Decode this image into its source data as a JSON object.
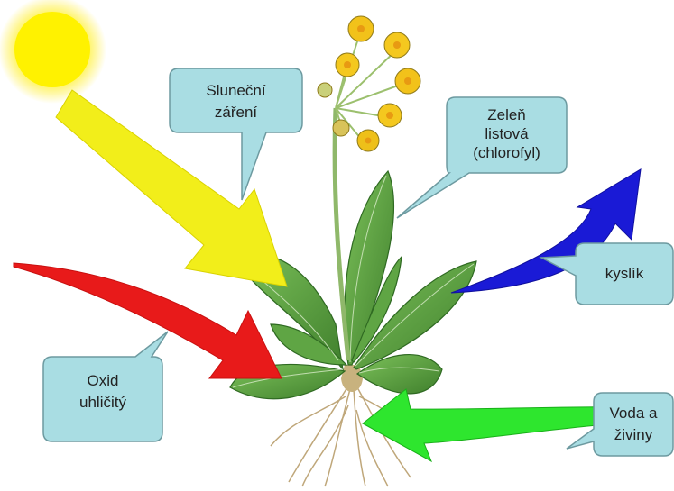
{
  "labels": {
    "sunlight": [
      "Sluneční",
      "záření"
    ],
    "chlorophyll": [
      "Zeleň",
      "listová",
      "(chlorofyl)"
    ],
    "oxygen": [
      "kyslík"
    ],
    "carbon_dioxide": [
      "Oxid",
      "uhličitý"
    ],
    "water_nutrients": [
      "Voda a",
      "živiny"
    ]
  },
  "colors": {
    "sun": "#fff200",
    "arrow_sunlight": "#f2ee1a",
    "arrow_carbon_dioxide": "#e81a1a",
    "arrow_oxygen": "#1a1ad6",
    "arrow_water": "#2ee62e",
    "callout_fill": "#a9dde3",
    "callout_stroke": "#6d9aa0",
    "leaf_green": "#4f9a3a",
    "flower_yellow": "#f2c21a"
  },
  "icons": {
    "sun": "sun-icon",
    "plant": "primrose-plant-illustration"
  }
}
